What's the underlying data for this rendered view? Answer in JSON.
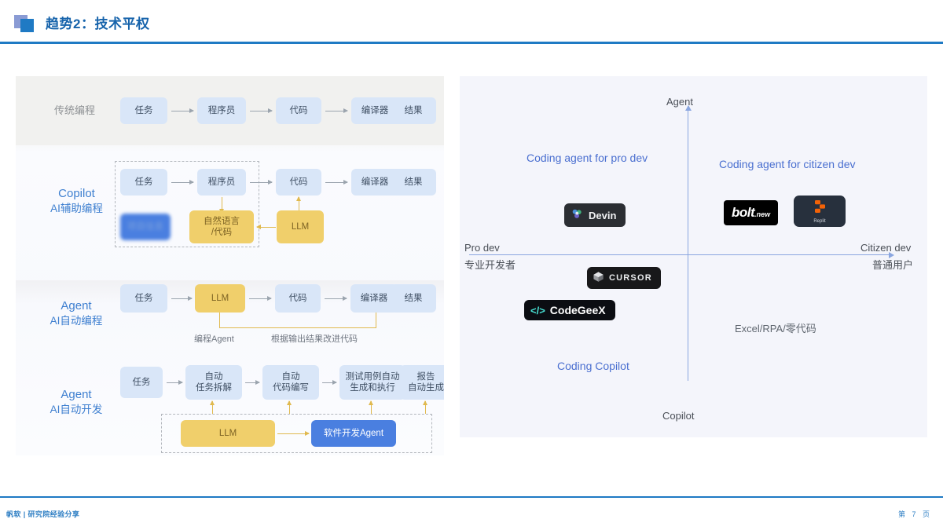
{
  "header": {
    "title": "趋势2：技术平权",
    "icon_back": "square-icon",
    "icon_front": "square-icon"
  },
  "left_panel": {
    "rows": [
      {
        "label": "传统编程",
        "label_main": "",
        "nodes": [
          "任务",
          "程序员",
          "代码",
          "编译器",
          "结果"
        ]
      },
      {
        "label_main": "Copilot",
        "label_sub": "AI辅助编程",
        "nodes": [
          "任务",
          "程序员",
          "代码",
          "编译器",
          "结果"
        ],
        "lower_nodes": [
          "项目信息",
          "自然语言\n/代码",
          "LLM"
        ],
        "lower_node_1": "项目信息",
        "lower_node_2_line1": "自然语言",
        "lower_node_2_line2": "/代码",
        "lower_node_3": "LLM"
      },
      {
        "label_main": "Agent",
        "label_sub": "AI自动编程",
        "nodes": [
          "任务",
          "LLM",
          "代码",
          "编译器",
          "结果"
        ],
        "caption_left": "编程Agent",
        "caption_right": "根据输出结果改进代码"
      },
      {
        "label_main": "Agent",
        "label_sub": "AI自动开发",
        "node_1": "任务",
        "node_2_line1": "自动",
        "node_2_line2": "任务拆解",
        "node_3_line1": "自动",
        "node_3_line2": "代码编写",
        "node_4_line1": "测试用例自动",
        "node_4_line2": "生成和执行",
        "node_5_line1": "报告",
        "node_5_line2": "自动生成",
        "llm": "LLM",
        "agent": "软件开发Agent"
      }
    ]
  },
  "chart_data": {
    "type": "scatter",
    "title": "",
    "axis": {
      "y_top": "Agent",
      "y_bottom": "Copilot",
      "x_left_line1": "Pro dev",
      "x_left_line2": "专业开发者",
      "x_right_line1": "Citizen dev",
      "x_right_line2": "普通用户",
      "xlim": [
        -1,
        1
      ],
      "ylim": [
        -1,
        1
      ],
      "grid": false
    },
    "quadrants": [
      {
        "name": "top-left",
        "label": "Coding agent for pro dev",
        "color": "#4a6fd0"
      },
      {
        "name": "top-right",
        "label": "Coding agent for citizen dev",
        "color": "#4a6fd0"
      },
      {
        "name": "bottom-left",
        "label": "Coding Copilot",
        "color": "#4a6fd0"
      },
      {
        "name": "bottom-right",
        "label": "Excel/RPA/零代码",
        "color": "#5f666f"
      }
    ],
    "points": [
      {
        "name": "Devin",
        "quadrant": "top-left",
        "x": -0.42,
        "y": 0.34
      },
      {
        "name": "bolt.new",
        "quadrant": "top-right",
        "x": 0.3,
        "y": 0.36
      },
      {
        "name": "Replit",
        "quadrant": "top-right",
        "x": 0.58,
        "y": 0.38
      },
      {
        "name": "CURSOR",
        "quadrant": "bottom-left",
        "x": -0.28,
        "y": -0.17
      },
      {
        "name": "CodeGeeX",
        "quadrant": "bottom-left",
        "x": -0.48,
        "y": -0.3
      }
    ],
    "logos": {
      "devin_text": "Devin",
      "bolt_text": "bolt",
      "bolt_suffix": ".new",
      "replit_text": "Replit",
      "cursor_text": "CURSOR",
      "codegeex_text": "CodeGeeX",
      "codegeex_glyph": "</>"
    }
  },
  "footer": {
    "left": "帆软 | 研究院经验分享",
    "page": "第  7  页"
  }
}
